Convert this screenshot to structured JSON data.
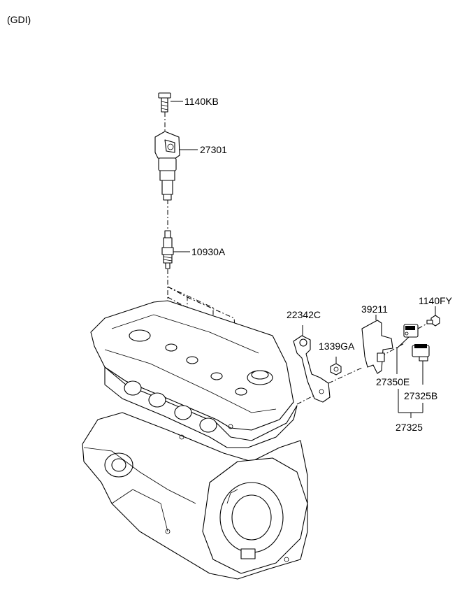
{
  "diagram": {
    "variant_label": "(GDI)",
    "callouts": {
      "bolt_top": "1140KB",
      "ignition_coil": "27301",
      "spark_plug": "10930A",
      "bracket": "22342C",
      "nut": "1339GA",
      "sensor_bracket": "39211",
      "bolt_right": "1140FY",
      "sensor_a": "27350E",
      "sensor_b": "27325B",
      "sensor_group": "27325"
    }
  }
}
